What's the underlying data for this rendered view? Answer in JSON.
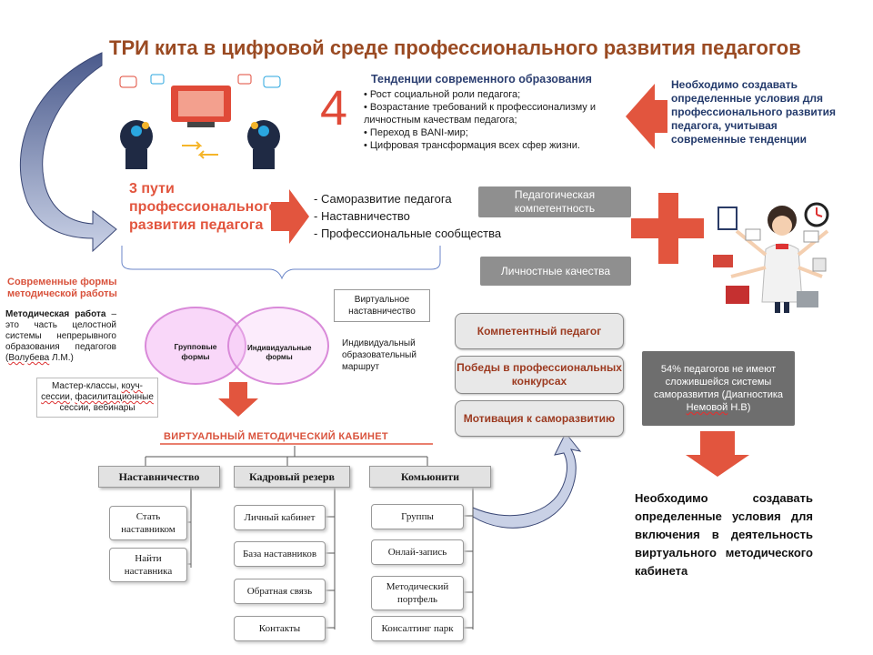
{
  "title": "ТРИ кита в цифровой среде профессионального развития педагогов",
  "trends": {
    "number": "4",
    "heading": "Тенденции современного образования",
    "items": [
      "Рост социальной роли педагога;",
      "Возрастание требований к профессионализму и личностным качествам педагога;",
      "Переход в BANI-мир;",
      "Цифровая трансформация всех сфер жизни."
    ]
  },
  "need_top": "Необходимо создавать определенные условия для профессионального развития педагога, учитывая современные тенденции",
  "paths": {
    "title": "3 пути профессионального развития педагога",
    "items": [
      "Саморазвитие педагога",
      "Наставничество",
      "Профессиональные сообщества"
    ]
  },
  "competence": {
    "pedagogical": "Педагогическая компетентность",
    "personal": "Личностные качества"
  },
  "modern_forms": {
    "title": "Современные формы методической работы",
    "term": "Методическая работа",
    "definition": " – это часть целостной системы непрерывного образования педагогов (",
    "author": "Волубева",
    "author_rest": " Л.М.)"
  },
  "venn": {
    "group": "Групповые формы",
    "individual": "Индивидуальные формы",
    "virtual_mentoring": "Виртуальное наставничество",
    "individual_route": "Индивидуальный образовательный маршрут"
  },
  "master_classes": {
    "a": "Мастер-классы, ",
    "b": "коуч-сессии",
    "c": ", ",
    "d": "фасилитационные",
    "e": " сессии, вебинары"
  },
  "outcomes": [
    "Компетентный педагог",
    "Победы в профессиональных конкурсах",
    "Мотивация к саморазвитию"
  ],
  "stat": {
    "a": "54% педагогов не имеют сложившейся системы саморазвития (Диагностика ",
    "b": "Немовой",
    "c": " Н.В)"
  },
  "need_bottom": "Необходимо создавать определенные условия для включения в деятельность виртуального методического кабинета",
  "cabinet": {
    "title": "ВИРТУАЛЬНЫЙ МЕТОДИЧЕСКИЙ КАБИНЕТ",
    "mentoring": {
      "label": "Наставничество",
      "items": [
        "Стать наставником",
        "Найти наставника"
      ]
    },
    "reserve": {
      "label": "Кадровый резерв",
      "items": [
        "Личный кабинет",
        "База наставников",
        "Обратная связь",
        "Контакты"
      ]
    },
    "community": {
      "label": "Комьюнити",
      "items": [
        "Группы",
        "Онлай-запись",
        "Методический портфель",
        "Консалтинг парк"
      ]
    }
  },
  "colors": {
    "accent": "#e2553e",
    "title": "#9a4a22",
    "navy": "#233a6b",
    "venn": "#e89be8"
  }
}
